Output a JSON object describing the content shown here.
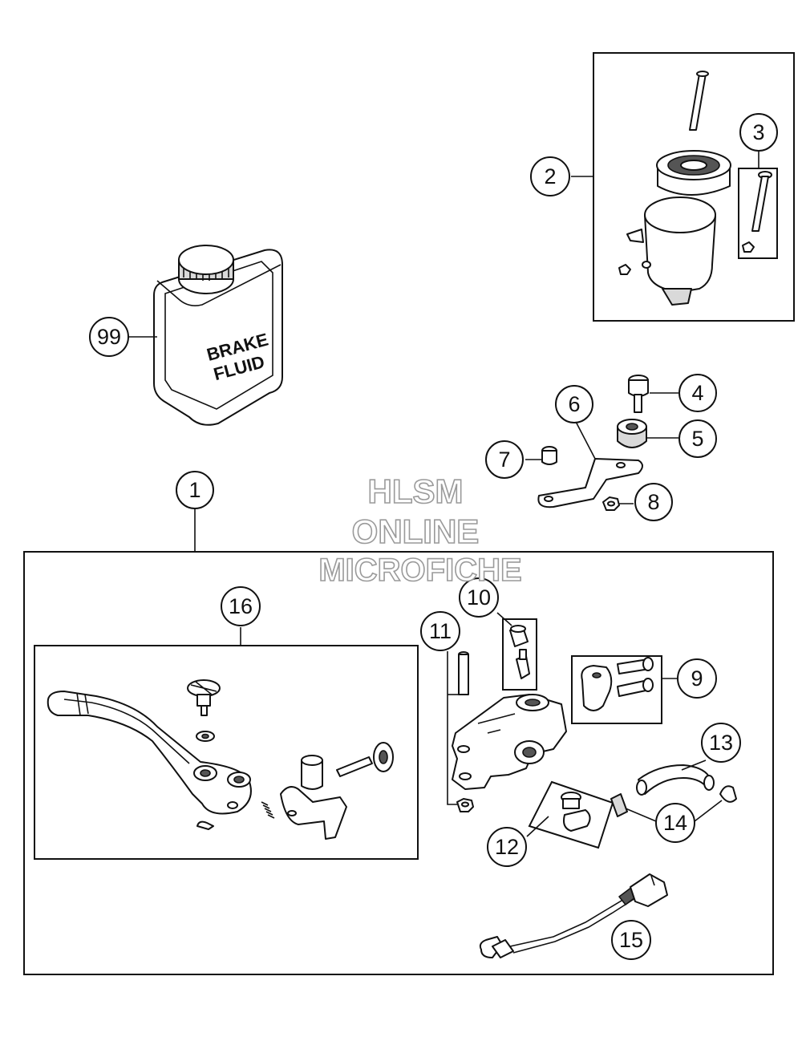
{
  "diagram": {
    "parts": [
      {
        "id": "1",
        "label": "1"
      },
      {
        "id": "2",
        "label": "2"
      },
      {
        "id": "3",
        "label": "3"
      },
      {
        "id": "4",
        "label": "4"
      },
      {
        "id": "5",
        "label": "5"
      },
      {
        "id": "6",
        "label": "6"
      },
      {
        "id": "7",
        "label": "7"
      },
      {
        "id": "8",
        "label": "8"
      },
      {
        "id": "9",
        "label": "9"
      },
      {
        "id": "10",
        "label": "10"
      },
      {
        "id": "11",
        "label": "11"
      },
      {
        "id": "12",
        "label": "12"
      },
      {
        "id": "13",
        "label": "13"
      },
      {
        "id": "14",
        "label": "14"
      },
      {
        "id": "15",
        "label": "15"
      },
      {
        "id": "16",
        "label": "16"
      },
      {
        "id": "99",
        "label": "99"
      }
    ],
    "can_label": [
      "BRAKE",
      "FLUID"
    ],
    "watermark": [
      "HLSM",
      "ONLINE",
      "MICROFICHE"
    ]
  }
}
